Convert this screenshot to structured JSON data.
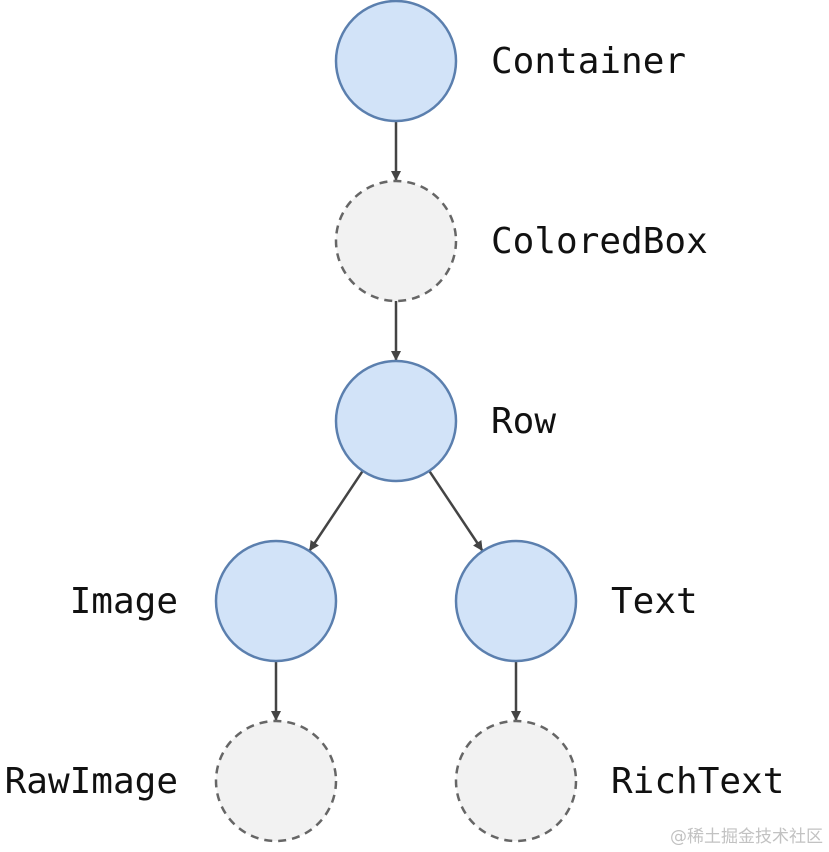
{
  "diagram": {
    "nodes": [
      {
        "id": "container",
        "label": "Container",
        "style": "solid"
      },
      {
        "id": "coloredbox",
        "label": "ColoredBox",
        "style": "dashed"
      },
      {
        "id": "row",
        "label": "Row",
        "style": "solid"
      },
      {
        "id": "image",
        "label": "Image",
        "style": "solid"
      },
      {
        "id": "text",
        "label": "Text",
        "style": "solid"
      },
      {
        "id": "rawimage",
        "label": "RawImage",
        "style": "dashed"
      },
      {
        "id": "richtext",
        "label": "RichText",
        "style": "dashed"
      }
    ],
    "edges": [
      {
        "from": "container",
        "to": "coloredbox"
      },
      {
        "from": "coloredbox",
        "to": "row"
      },
      {
        "from": "row",
        "to": "image"
      },
      {
        "from": "row",
        "to": "text"
      },
      {
        "from": "image",
        "to": "rawimage"
      },
      {
        "from": "text",
        "to": "richtext"
      }
    ]
  },
  "watermark": "@稀土掘金技术社区",
  "colors": {
    "solid_fill": "#d2e3f8",
    "solid_stroke": "#5b7fae",
    "dashed_fill": "#f2f2f2",
    "dashed_stroke": "#666666",
    "arrow": "#444444",
    "label": "#111111",
    "watermark": "#c2c2c2"
  }
}
